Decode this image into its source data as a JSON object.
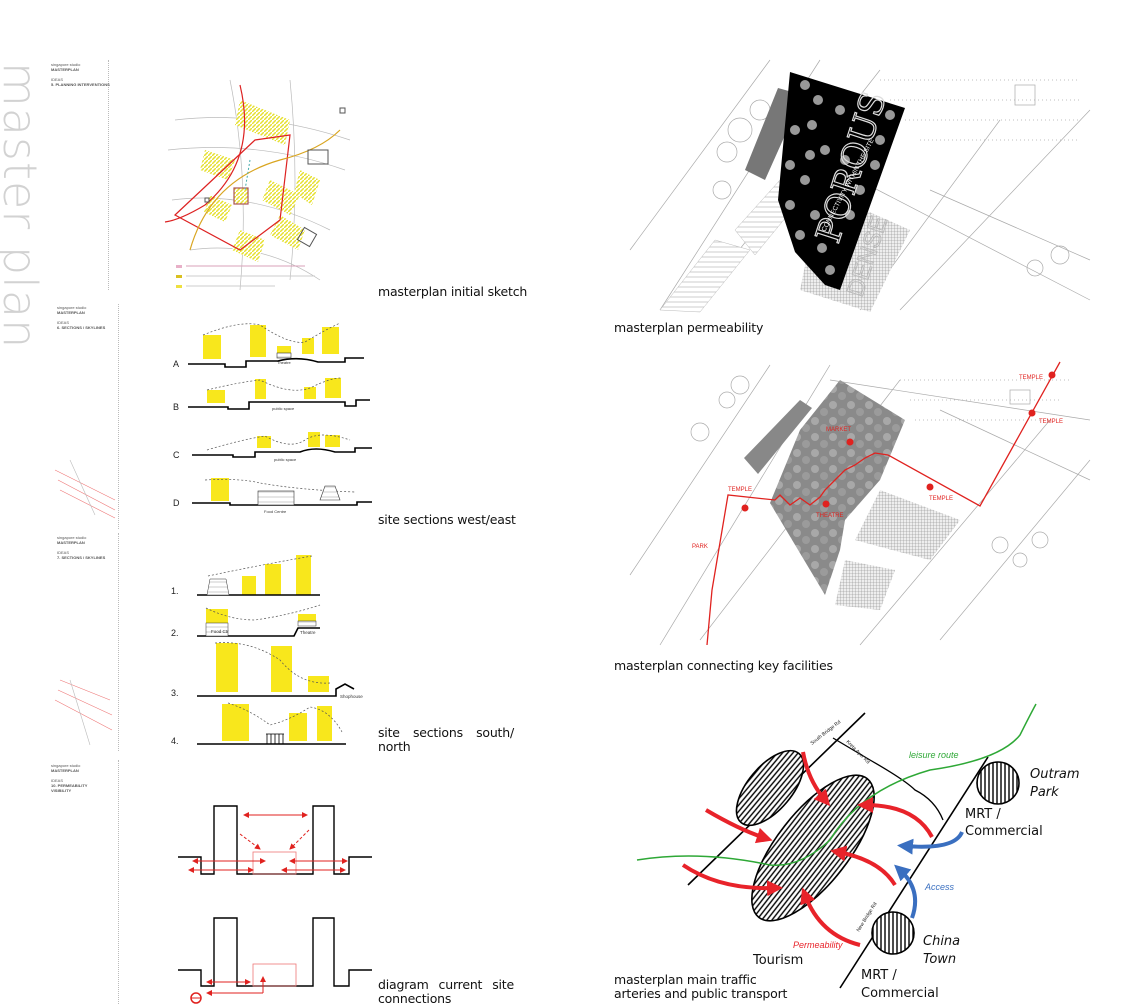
{
  "board_title": "master plan",
  "panels": [
    {
      "studio": "singapore studio",
      "section": "MASTERPLAN",
      "ideas": "IDEAS",
      "item": "5. PLANNING INTERVENTIONS"
    },
    {
      "studio": "singapore studio",
      "section": "MASTERPLAN",
      "ideas": "IDEAS",
      "item": "6. SECTIONS / SKYLINES"
    },
    {
      "studio": "singapore studio",
      "section": "MASTERPLAN",
      "ideas": "IDEAS",
      "item": "7. SECTIONS / SKYLINES"
    },
    {
      "studio": "singapore studio",
      "section": "MASTERPLAN",
      "ideas": "IDEAS",
      "item": "10. PERMEABILITY VISIBILITY"
    }
  ],
  "captions": {
    "sketch": "masterplan initial sketch",
    "sections_we": "site sections west/east",
    "sections_sn": "site sections south/ north",
    "connections": "diagram current site connections",
    "permeability": "masterplan permeability",
    "key_facilities": "masterplan connecting key facilities",
    "traffic": "masterplan main traffic arteries and public transport"
  },
  "sections_we": {
    "rows": [
      "A",
      "B",
      "C",
      "D"
    ],
    "labels": {
      "theatre": "Theatre",
      "public_space_b": "public space",
      "public_space_c": "public space",
      "food_centre": "Food Centre"
    }
  },
  "sections_sn": {
    "rows": [
      "1.",
      "2.",
      "3.",
      "4."
    ],
    "labels": {
      "food_ctr": "Food Ctr",
      "theatre": "Theatre",
      "shophouse": "Shophouse"
    }
  },
  "permeability_map": {
    "porous": "POROUS",
    "connectivity": "CONNECTIVITY WITHIN THE SITE",
    "dense": "DENSE"
  },
  "facilities_map": {
    "labels": [
      "TEMPLE",
      "TEMPLE",
      "MARKET",
      "TEMPLE",
      "TEMPLE",
      "THEATRE",
      "PARK"
    ],
    "route_color": "#e0221f"
  },
  "traffic_diagram": {
    "roads": [
      "South Bridge Rd",
      "Kreta Ayer Rd",
      "New Bridge Rd"
    ],
    "leisure_route": "leisure route",
    "access": "Access",
    "permeability": "Permeability",
    "tourism": "Tourism",
    "outram": [
      "Outram",
      "Park"
    ],
    "mrt_top": [
      "MRT /",
      "Commercial"
    ],
    "chinatown": [
      "China",
      "Town"
    ],
    "mrt_bottom": [
      "MRT /",
      "Commercial"
    ],
    "colors": {
      "permeability": "#e8232a",
      "access": "#3a6fc0",
      "leisure": "#2ea836",
      "building_fill": "#f5e829"
    }
  }
}
